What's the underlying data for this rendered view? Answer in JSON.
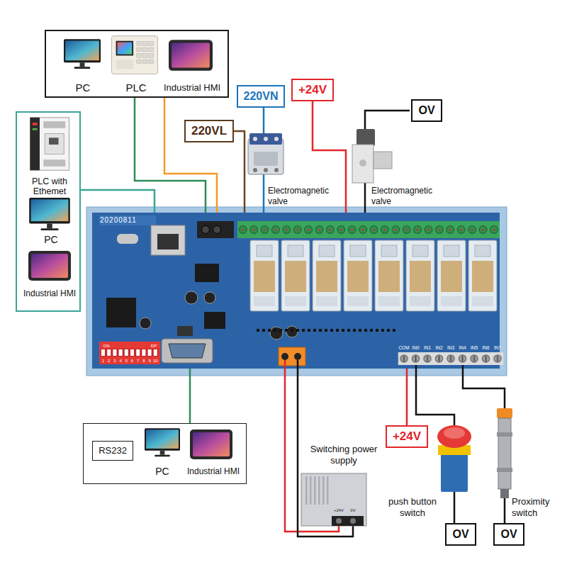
{
  "diagram": {
    "nodes": [
      {
        "text": [
          "PC",
          "PLC",
          "Industrial HMI"
        ]
      },
      {
        "text": [
          "PLC with Ethemet",
          "PC",
          "Industrial HMI"
        ]
      },
      {
        "text": [
          "220VL"
        ]
      },
      {
        "text": [
          "220VN"
        ]
      },
      {
        "text": [
          "+24V"
        ]
      },
      {
        "text": [
          "OV"
        ]
      },
      {
        "text": [
          "20200811"
        ]
      },
      {
        "text": [
          "PC",
          "Industrial HMI"
        ]
      },
      {
        "text": [
          "RS232"
        ],
        "in": 7
      },
      {
        "text": [
          "+24V"
        ]
      },
      {
        "text": [
          "OV"
        ]
      },
      {
        "text": [
          "OV"
        ]
      }
    ],
    "edges": [
      {
        "from": 0,
        "to": 6,
        "arrow": "none"
      },
      {
        "from": 0,
        "to": 6,
        "arrow": "none"
      },
      {
        "from": 1,
        "to": 6,
        "arrow": "none"
      },
      {
        "from": 2,
        "to": 6,
        "arrow": "none"
      },
      {
        "from": 3,
        "to": 6,
        "arrow": "none"
      },
      {
        "from": 4,
        "to": 6,
        "arrow": "none"
      },
      {
        "from": 7,
        "to": 6,
        "arrow": "none"
      },
      {
        "from": 9,
        "to": 6,
        "arrow": "none"
      }
    ],
    "labels": [
      "Electromagnetic valve",
      "Electromagnetic valve",
      "Switching power supply",
      "push button switch",
      "Proximity switch",
      "+24V",
      "0V",
      "ON",
      "DP",
      "1",
      "2",
      "3",
      "4",
      "5",
      "6",
      "7",
      "8",
      "9",
      "10",
      "COM",
      "IN0",
      "IN1",
      "IN2",
      "IN3",
      "IN4",
      "IN5",
      "IN6",
      "IN7"
    ]
  }
}
